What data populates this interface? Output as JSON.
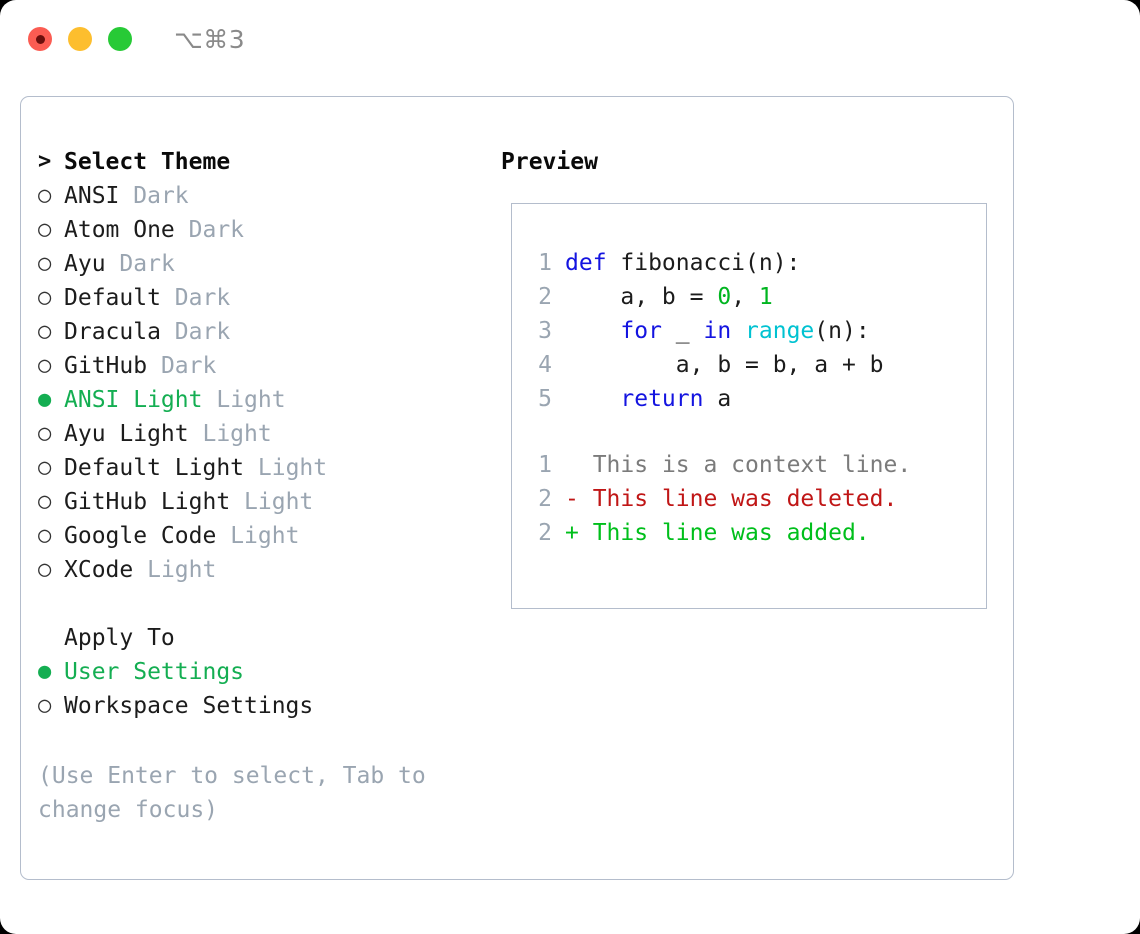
{
  "titlebar": {
    "shortcut": "⌥⌘3",
    "buttons": [
      {
        "name": "close",
        "color": "#fb5c52"
      },
      {
        "name": "minimize",
        "color": "#fdbe2e"
      },
      {
        "name": "maximize",
        "color": "#27ca36"
      }
    ]
  },
  "theme_picker": {
    "header": {
      "caret": ">",
      "label": "Select Theme"
    },
    "items": [
      {
        "bullet": "○",
        "name": "ANSI",
        "variant": "Dark",
        "selected": false
      },
      {
        "bullet": "○",
        "name": "Atom One",
        "variant": "Dark",
        "selected": false
      },
      {
        "bullet": "○",
        "name": "Ayu",
        "variant": "Dark",
        "selected": false
      },
      {
        "bullet": "○",
        "name": "Default",
        "variant": "Dark",
        "selected": false
      },
      {
        "bullet": "○",
        "name": "Dracula",
        "variant": "Dark",
        "selected": false
      },
      {
        "bullet": "○",
        "name": "GitHub",
        "variant": "Dark",
        "selected": false
      },
      {
        "bullet": "●",
        "name": "ANSI Light",
        "variant": "Light",
        "selected": true
      },
      {
        "bullet": "○",
        "name": "Ayu Light",
        "variant": "Light",
        "selected": false
      },
      {
        "bullet": "○",
        "name": "Default Light",
        "variant": "Light",
        "selected": false
      },
      {
        "bullet": "○",
        "name": "GitHub Light",
        "variant": "Light",
        "selected": false
      },
      {
        "bullet": "○",
        "name": "Google Code",
        "variant": "Light",
        "selected": false
      },
      {
        "bullet": "○",
        "name": "XCode",
        "variant": "Light",
        "selected": false
      }
    ]
  },
  "apply_to": {
    "title": "Apply To",
    "options": [
      {
        "bullet": "●",
        "label": "User Settings",
        "selected": true
      },
      {
        "bullet": "○",
        "label": "Workspace Settings",
        "selected": false
      }
    ]
  },
  "hint": "(Use Enter to select, Tab to change focus)",
  "preview": {
    "title": "Preview",
    "code_lines": [
      {
        "no": "1",
        "tokens": [
          {
            "t": "def ",
            "c": "kw"
          },
          {
            "t": "fibonacci(n):",
            "c": "plain"
          }
        ]
      },
      {
        "no": "2",
        "tokens": [
          {
            "t": "    a, b = ",
            "c": "plain"
          },
          {
            "t": "0",
            "c": "num"
          },
          {
            "t": ", ",
            "c": "plain"
          },
          {
            "t": "1",
            "c": "num"
          }
        ]
      },
      {
        "no": "3",
        "tokens": [
          {
            "t": "    ",
            "c": "plain"
          },
          {
            "t": "for",
            "c": "kw"
          },
          {
            "t": " _ ",
            "c": "plain"
          },
          {
            "t": "in",
            "c": "kw"
          },
          {
            "t": " ",
            "c": "plain"
          },
          {
            "t": "range",
            "c": "fn"
          },
          {
            "t": "(n):",
            "c": "plain"
          }
        ]
      },
      {
        "no": "4",
        "tokens": [
          {
            "t": "        a, b = b, a + b",
            "c": "plain"
          }
        ]
      },
      {
        "no": "5",
        "tokens": [
          {
            "t": "    ",
            "c": "plain"
          },
          {
            "t": "return",
            "c": "kw"
          },
          {
            "t": " a",
            "c": "plain"
          }
        ]
      }
    ],
    "diff_lines": [
      {
        "no": "1",
        "marker": " ",
        "text": " This is a context line.",
        "kind": "ctx"
      },
      {
        "no": "2",
        "marker": "-",
        "text": " This line was deleted.",
        "kind": "del"
      },
      {
        "no": "2",
        "marker": "+",
        "text": " This line was added.",
        "kind": "add"
      }
    ]
  },
  "colors": {
    "accent_green": "#14ae52",
    "dim_text": "#9aa5b1",
    "border": "#b4bdcc",
    "keyword_blue": "#1414e0",
    "function_cyan": "#00c2d1",
    "number_green": "#00b520",
    "diff_delete_red": "#c01616",
    "diff_add_green": "#00bf1b"
  }
}
